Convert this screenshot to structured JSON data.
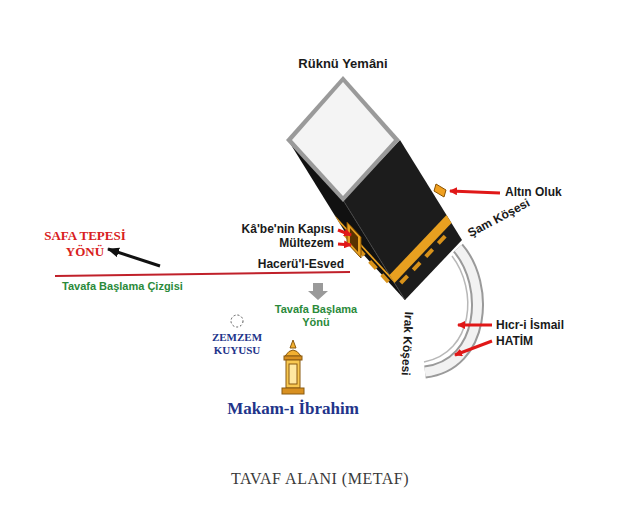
{
  "diagram": {
    "caption": "TAVAF ALANI (METAF)",
    "labels": [
      "Rüknü Yemâni",
      "Altın Oluk",
      "Kâ'be'nin Kapısı",
      "Mültezem",
      "Hacerü'l-Esved",
      "Şam Köşesi",
      "SAFA TEPESİ YÖNÜ",
      "Tavafa Başlama Çizgisi",
      "Tavafa Başlama Yönü",
      "ZEMZEM KUYUSU",
      "Makam-ı İbrahim",
      "Hıcr-i İsmail",
      "HATİM",
      "Irak Köşesi"
    ]
  }
}
